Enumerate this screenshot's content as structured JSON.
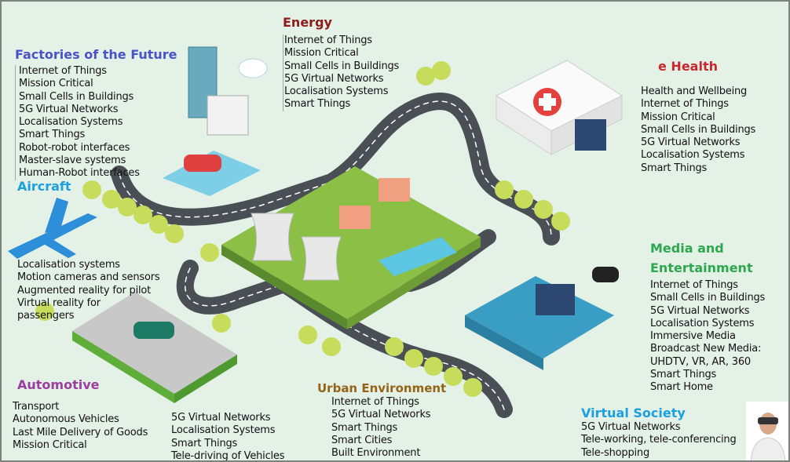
{
  "sections": {
    "factories": {
      "title": "Factories of the Future",
      "items": [
        "Internet of Things",
        "Mission Critical",
        "Small Cells in Buildings",
        "5G Virtual Networks",
        "Localisation Systems",
        "Smart Things",
        "Robot-robot interfaces",
        "Master-slave systems",
        "Human-Robot interfaces"
      ]
    },
    "energy": {
      "title": "Energy",
      "items": [
        "Internet of Things",
        "Mission Critical",
        "Small Cells in Buildings",
        "5G Virtual Networks",
        "Localisation Systems",
        "Smart Things"
      ]
    },
    "ehealth": {
      "title": "e Health",
      "items": [
        "Health and Wellbeing",
        "Internet of Things",
        "Mission Critical",
        "Small Cells in Buildings",
        "5G Virtual Networks",
        "Localisation Systems",
        "Smart Things"
      ]
    },
    "aircraft": {
      "title": "Aircraft",
      "items": [
        "Localisation systems",
        "Motion cameras and sensors",
        "Augmented reality for pilot",
        "Virtual reality for",
        "passengers"
      ]
    },
    "media": {
      "title": "Media and Entertainment",
      "title_line1": "Media and",
      "title_line2": "Entertainment",
      "items": [
        "Internet of Things",
        "Small Cells in Buildings",
        "5G Virtual Networks",
        "Localisation Systems",
        "Immersive Media",
        "Broadcast New Media:",
        "UHDTV, VR, AR, 360",
        "Smart Things",
        "Smart Home"
      ]
    },
    "auto": {
      "title": "Automotive",
      "items": [
        "Transport",
        "Autonomous Vehicles",
        "Last Mile Delivery of Goods",
        "Mission Critical"
      ]
    },
    "auto2": {
      "title": "",
      "items": [
        "5G Virtual Networks",
        "Localisation Systems",
        "Smart Things",
        "Tele-driving of Vehicles"
      ]
    },
    "urban": {
      "title": "Urban Environment",
      "items": [
        "Internet of Things",
        "5G Virtual Networks",
        "Smart Things",
        "Smart Cities",
        "Built Environment"
      ]
    },
    "virtual": {
      "title": "Virtual Society",
      "items": [
        "5G Virtual Networks",
        "Tele-working, tele-conferencing",
        "Tele-shopping"
      ]
    }
  },
  "icons": [
    "factory-building-icon",
    "car-robot-icon",
    "cloud-icon",
    "airplane-icon",
    "power-plant-icon",
    "hospital-icon",
    "game-controller-icon",
    "video-chat-icon",
    "car-icon",
    "vr-headset-person-icon"
  ],
  "colors": {
    "background": "#e4f1e7",
    "road": "#4a4f55",
    "tree": "#c7dc5a",
    "factories": "#4a52c8",
    "energy": "#8e1c1c",
    "ehealth": "#c6282e",
    "aircraft": "#1c9fdf",
    "media": "#2ea74e",
    "automotive": "#9a3ea0",
    "urban": "#946416"
  }
}
